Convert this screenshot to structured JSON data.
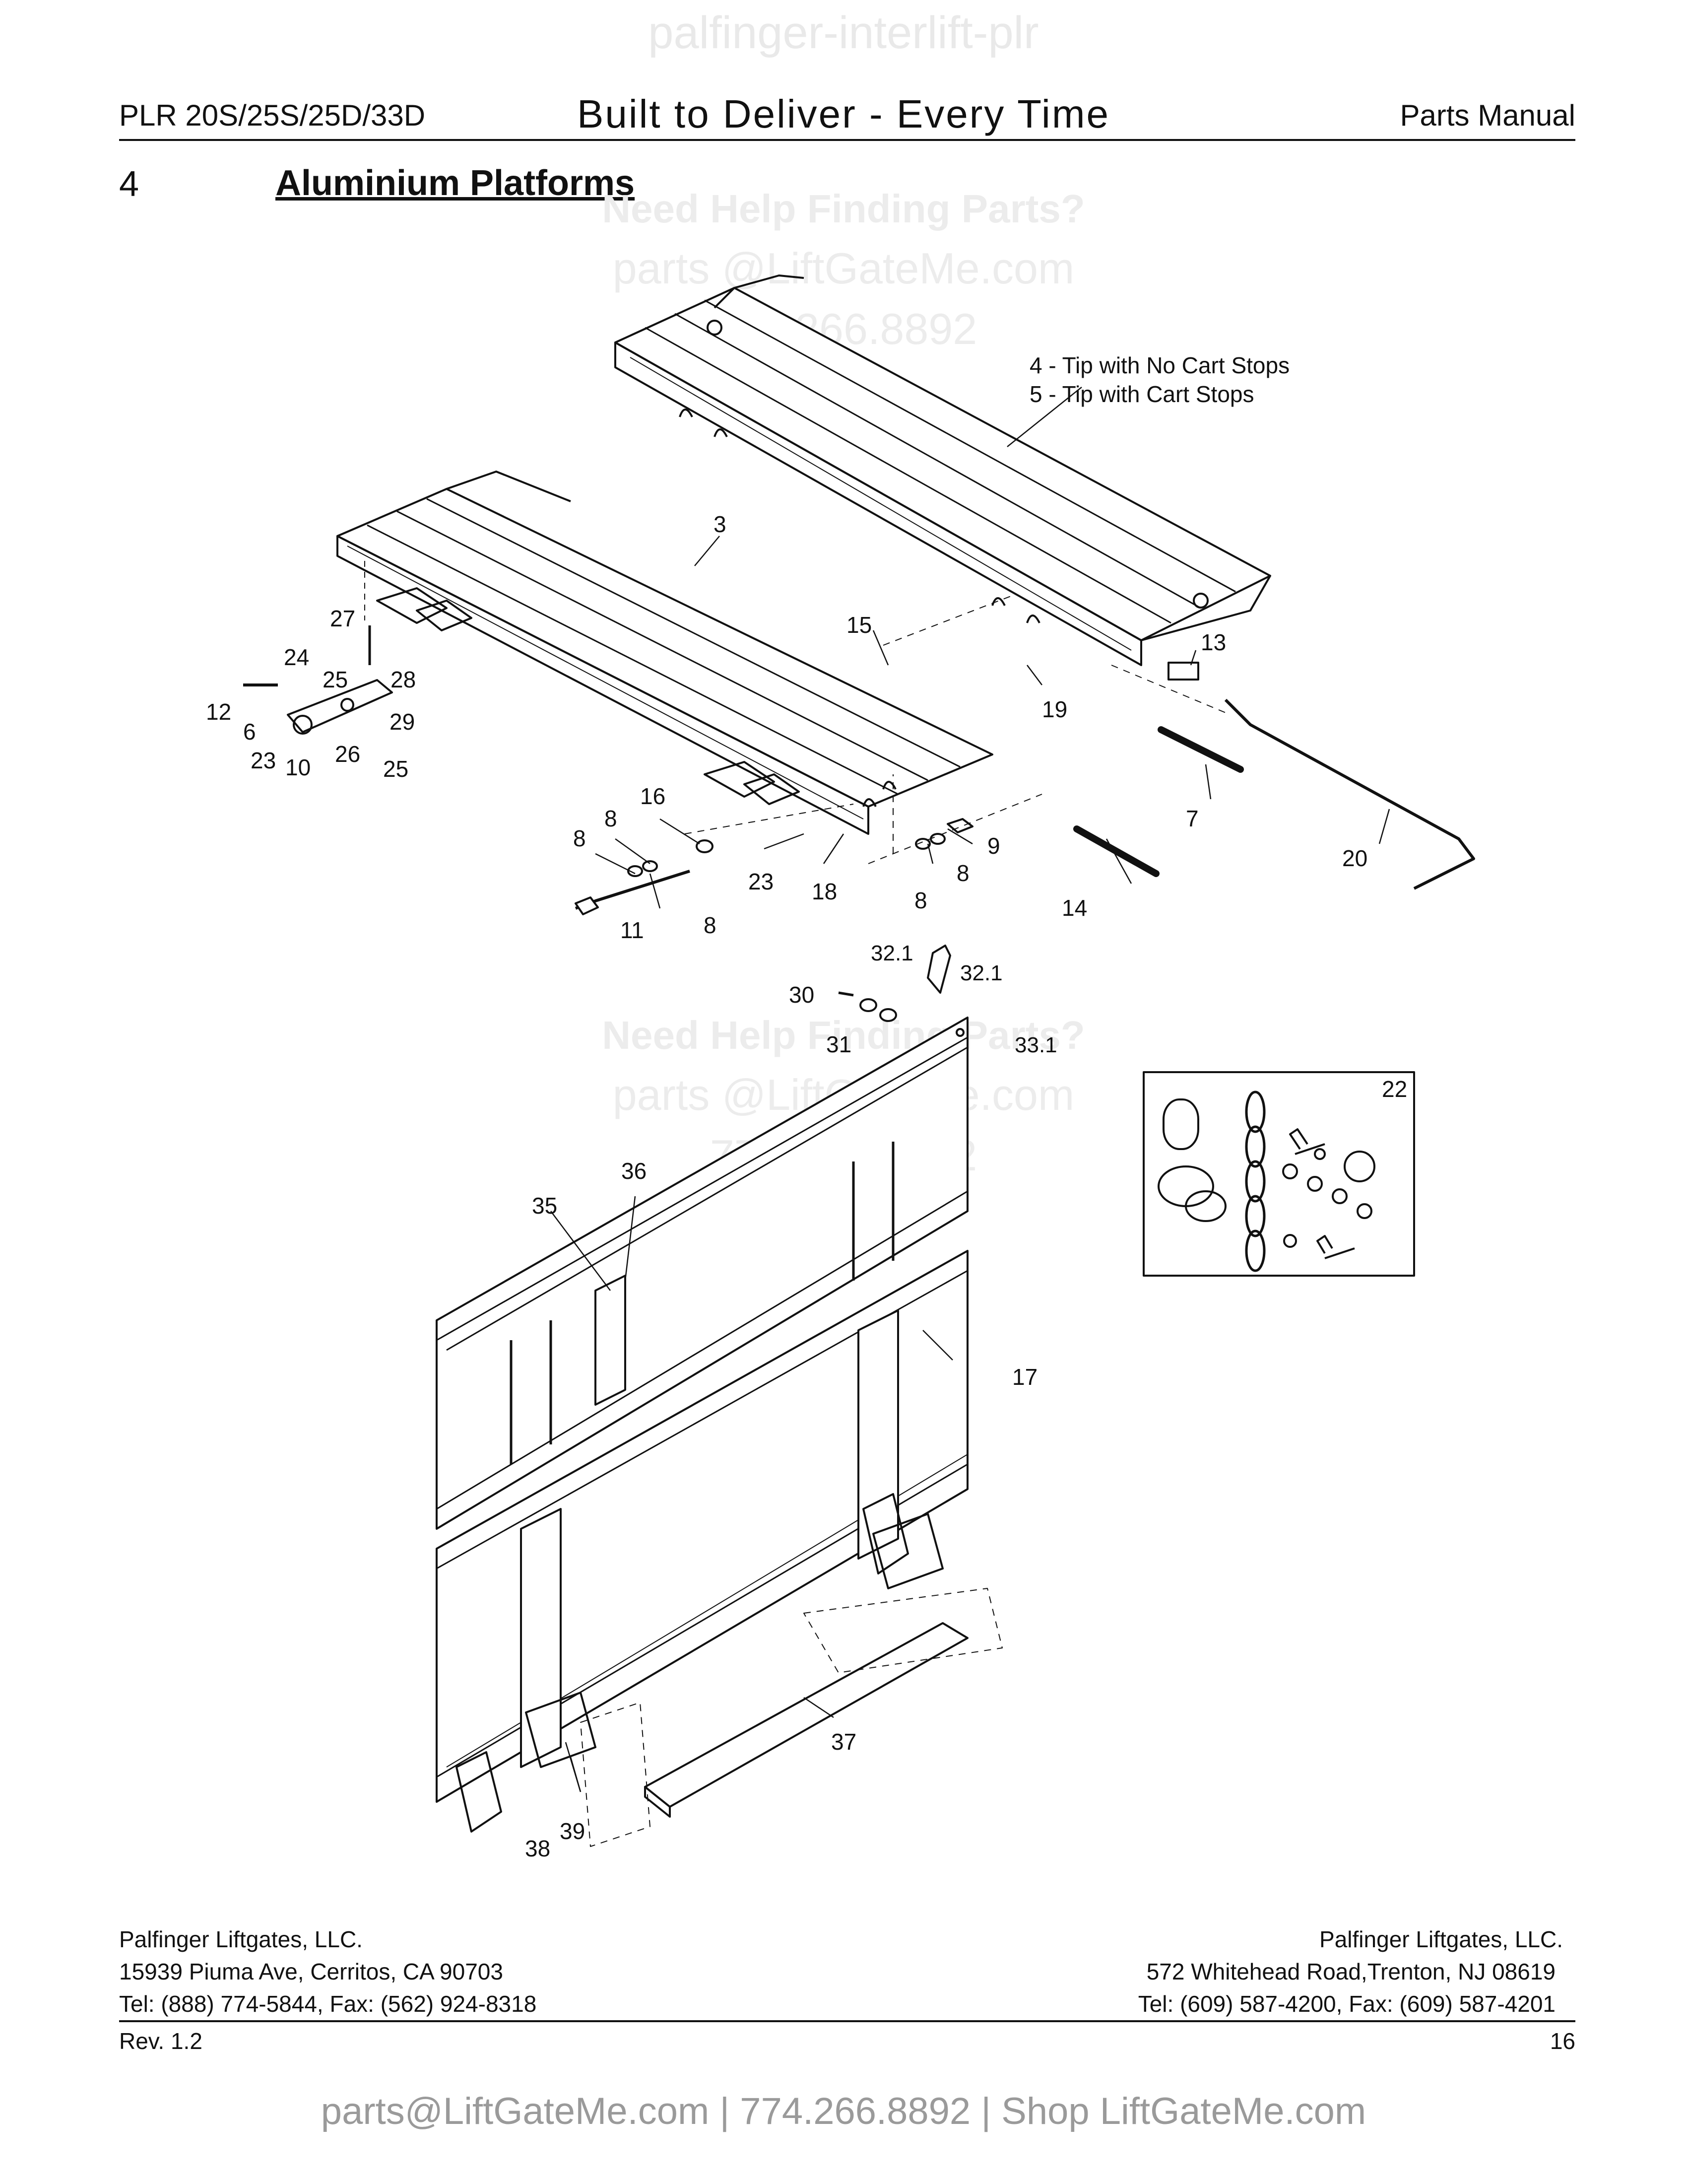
{
  "watermark_top": "palfinger-interlift-plr",
  "header": {
    "model": "PLR 20S/25S/25D/33D",
    "tagline": "Built to Deliver - Every Time",
    "manual": "Parts Manual"
  },
  "section": {
    "number": "4",
    "title": "Aluminium Platforms"
  },
  "watermarks": [
    {
      "help": "Need Help Finding Parts?",
      "email": "parts @LiftGateMe.com",
      "phone": "774.266.8892"
    },
    {
      "help": "Need Help Finding Parts?",
      "email": "parts @LiftGateMe.com",
      "phone": "774.266.8892"
    }
  ],
  "callouts": {
    "tip_no_cart": "4 - Tip with No Cart Stops",
    "tip_cart": "5 - Tip with Cart Stops",
    "n3": "3",
    "n6": "6",
    "n7": "7",
    "n8a": "8",
    "n8b": "8",
    "n8c": "8",
    "n8d": "8",
    "n8e": "8",
    "n9": "9",
    "n10": "10",
    "n11": "11",
    "n12": "12",
    "n13": "13",
    "n14": "14",
    "n15": "15",
    "n16": "16",
    "n17": "17",
    "n18": "18",
    "n19": "19",
    "n20": "20",
    "n22": "22",
    "n23a": "23",
    "n23b": "23",
    "n24": "24",
    "n25a": "25",
    "n25b": "25",
    "n26": "26",
    "n27": "27",
    "n28": "28",
    "n29": "29",
    "n30": "30",
    "n31": "31",
    "n32a": "32.1",
    "n32b": "32.1",
    "n33": "33.1",
    "n35": "35",
    "n36": "36",
    "n37": "37",
    "n38": "38",
    "n39": "39"
  },
  "footer": {
    "left": {
      "company": "Palfinger Liftgates, LLC.",
      "address": "15939 Piuma Ave, Cerritos, CA 90703",
      "phone": "Tel: (888) 774-5844, Fax: (562) 924-8318"
    },
    "right": {
      "company": "Palfinger Liftgates, LLC.",
      "address": "572 Whitehead Road,Trenton, NJ 08619",
      "phone": "Tel: (609) 587-4200, Fax: (609) 587-4201"
    },
    "revision": "Rev. 1.2",
    "page": "16"
  },
  "bottom_banner": "parts@LiftGateMe.com | 774.266.8892 | Shop LiftGateMe.com"
}
